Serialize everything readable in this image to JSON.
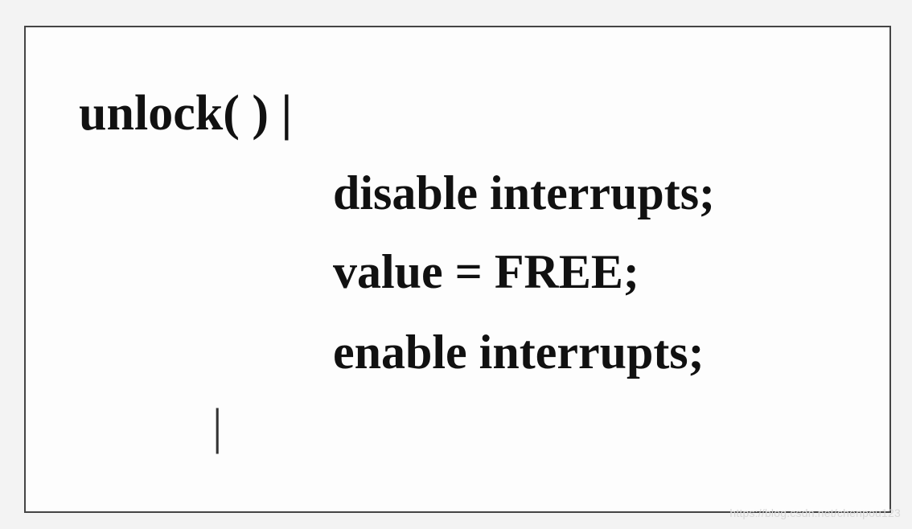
{
  "code": {
    "line1": "unlock( )  |",
    "line2": "disable interrupts;",
    "line3": "value  =  FREE;",
    "line4": "enable interrupts;",
    "closing": "|"
  },
  "watermark": "https://blog.csdn.net/chenpou123"
}
